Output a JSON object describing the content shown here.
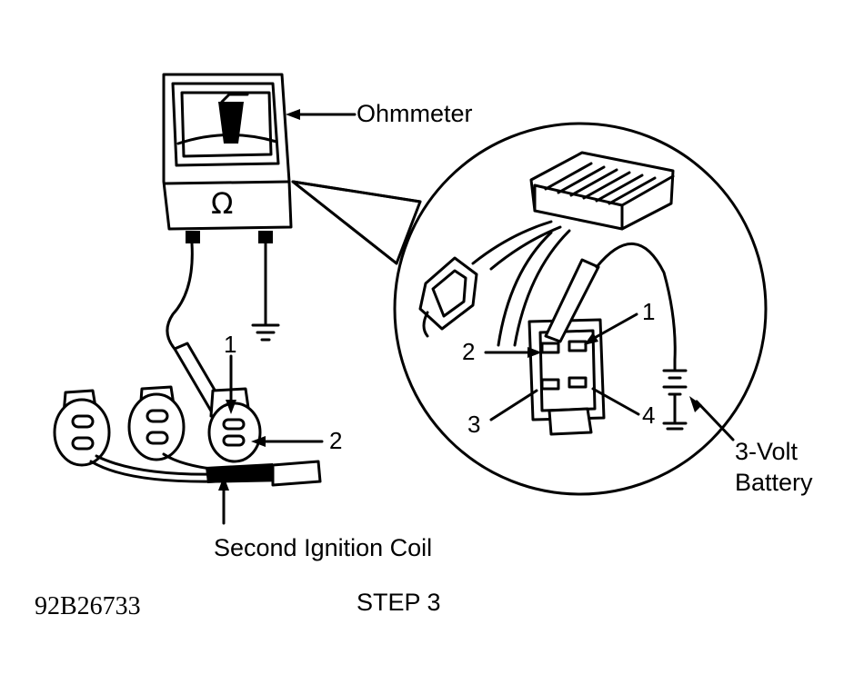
{
  "labels": {
    "ohmmeter": "Ohmmeter",
    "ohm_symbol": "Ω",
    "second_ignition_coil": "Second Ignition Coil",
    "battery_line1": "3-Volt",
    "battery_line2": "Battery",
    "step": "STEP 3",
    "figure_code": "92B26733"
  },
  "terminals": {
    "coil_left_1": "1",
    "coil_left_2": "2",
    "detail_1": "1",
    "detail_2": "2",
    "detail_3": "3",
    "detail_4": "4"
  },
  "colors": {
    "ink": "#000000",
    "paper": "#ffffff"
  }
}
